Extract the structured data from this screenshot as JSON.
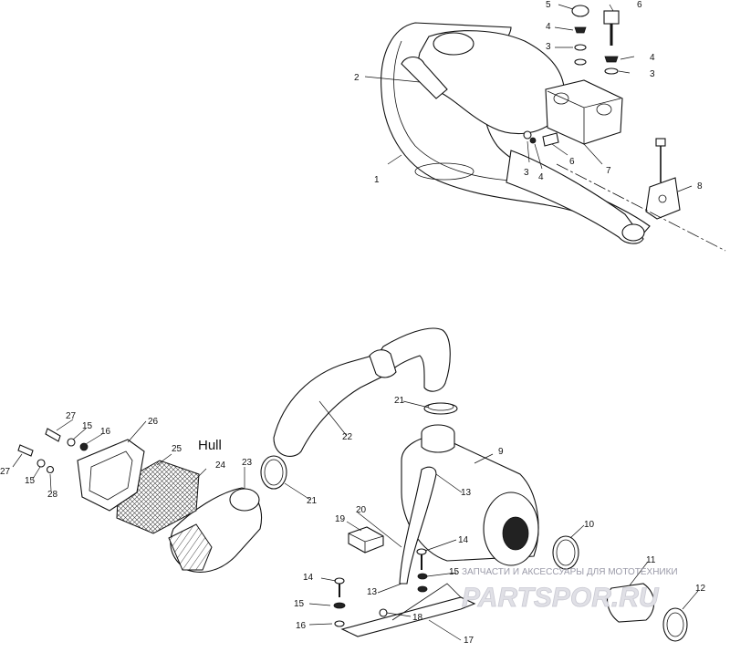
{
  "diagram": {
    "hull_label": "Hull",
    "callouts": {
      "top": [
        "5",
        "6",
        "4",
        "3",
        "4",
        "2",
        "3",
        "1",
        "3",
        "4",
        "6",
        "7",
        "8"
      ],
      "bottom": [
        "27",
        "15",
        "16",
        "26",
        "25",
        "24",
        "27",
        "15",
        "28",
        "23",
        "21",
        "22",
        "21",
        "9",
        "13",
        "20",
        "19",
        "14",
        "15",
        "13",
        "14",
        "15",
        "16",
        "18",
        "17",
        "10",
        "11",
        "12"
      ]
    }
  },
  "watermark": {
    "tagline": "ЗАПЧАСТИ И АКСЕССУАРЫ ДЛЯ МОТОТЕХНИКИ",
    "logo": "PARTSPOR.RU"
  }
}
